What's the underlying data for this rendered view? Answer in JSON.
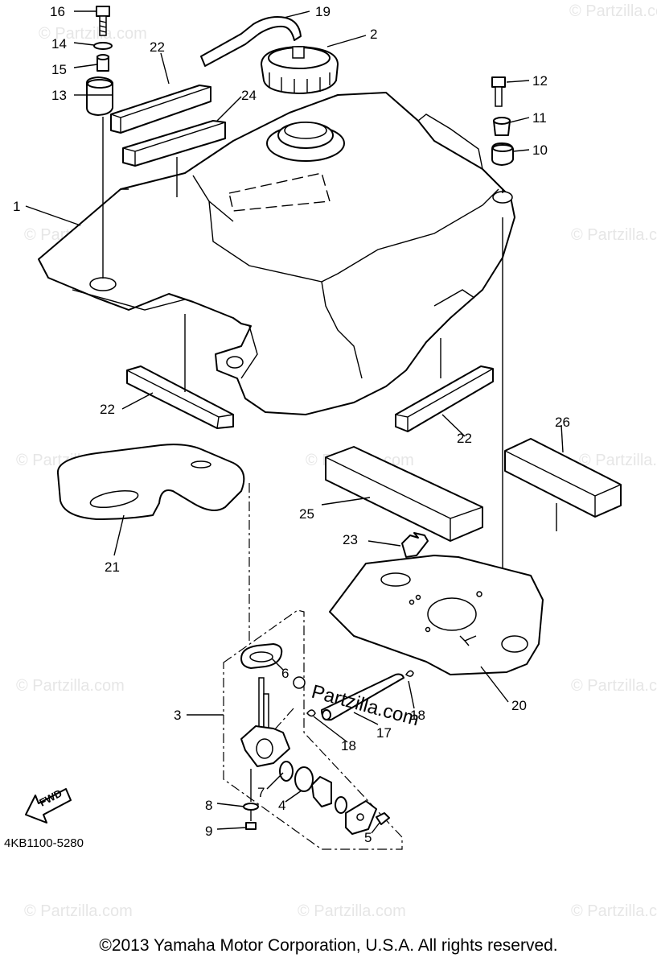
{
  "callouts": [
    {
      "id": "16",
      "text": "16"
    },
    {
      "id": "19",
      "text": "19"
    },
    {
      "id": "14",
      "text": "14"
    },
    {
      "id": "22a",
      "text": "22"
    },
    {
      "id": "2",
      "text": "2"
    },
    {
      "id": "15",
      "text": "15"
    },
    {
      "id": "13",
      "text": "13"
    },
    {
      "id": "24",
      "text": "24"
    },
    {
      "id": "12",
      "text": "12"
    },
    {
      "id": "11",
      "text": "11"
    },
    {
      "id": "10",
      "text": "10"
    },
    {
      "id": "1",
      "text": "1"
    },
    {
      "id": "22b",
      "text": "22"
    },
    {
      "id": "22c",
      "text": "22"
    },
    {
      "id": "26",
      "text": "26"
    },
    {
      "id": "25",
      "text": "25"
    },
    {
      "id": "23",
      "text": "23"
    },
    {
      "id": "21",
      "text": "21"
    },
    {
      "id": "6",
      "text": "6"
    },
    {
      "id": "3",
      "text": "3"
    },
    {
      "id": "18a",
      "text": "18"
    },
    {
      "id": "17",
      "text": "17"
    },
    {
      "id": "18b",
      "text": "18"
    },
    {
      "id": "20",
      "text": "20"
    },
    {
      "id": "7",
      "text": "7"
    },
    {
      "id": "8",
      "text": "8"
    },
    {
      "id": "4",
      "text": "4"
    },
    {
      "id": "9",
      "text": "9"
    },
    {
      "id": "5",
      "text": "5"
    }
  ],
  "fwd_label": "FWD",
  "diagram_code": "4KB1100-5280",
  "watermark_text": "© Partzilla.com",
  "watermark_center": "Partzilla.com",
  "copyright": "©2013  Yamaha Motor Corporation, U.S.A. All rights reserved."
}
